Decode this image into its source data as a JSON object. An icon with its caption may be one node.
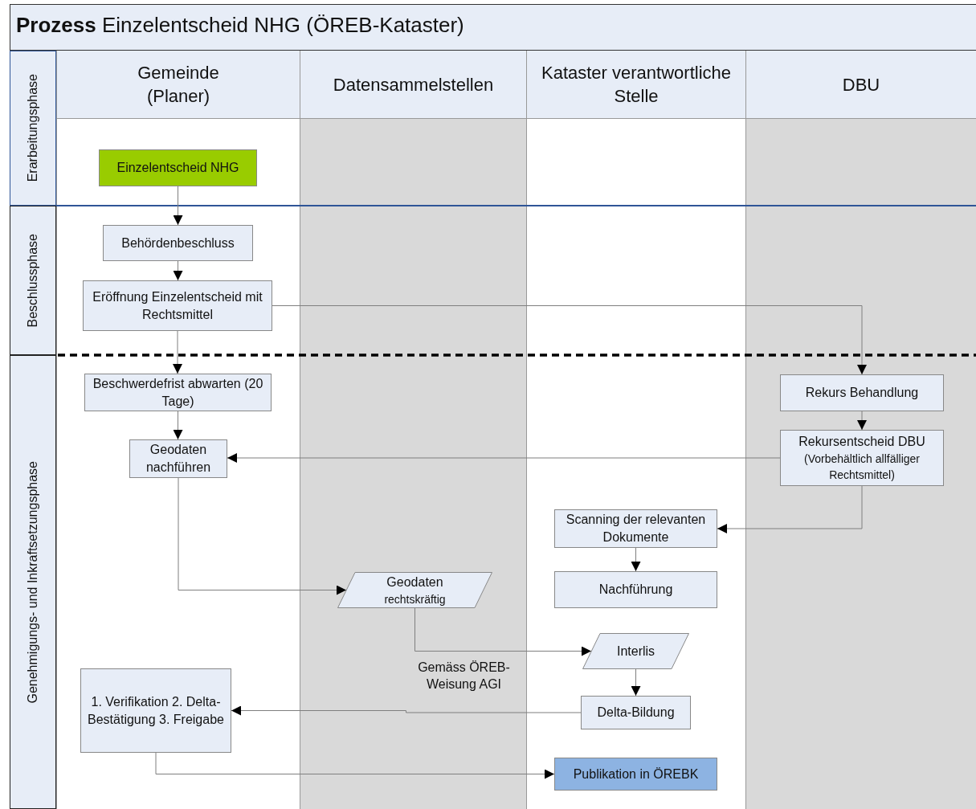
{
  "diagram": {
    "title": "**Prozess** Einzelentscheid NHG (ÖREB-Kataster)",
    "nodes": [
      {
        "text": [
          "Gemeinde (Planer)"
        ]
      },
      {
        "text": [
          "Datensammelstellen"
        ]
      },
      {
        "text": [
          "Kataster verantwortliche Stelle"
        ]
      },
      {
        "text": [
          "DBU"
        ]
      },
      {
        "text": [
          "Erarbeitungsphase"
        ]
      },
      {
        "text": [
          "Beschlussphase"
        ]
      },
      {
        "text": [
          "Genehmigungs- und Inkraftsetzungsphase"
        ]
      },
      {
        "text": [
          "Einzelentscheid NHG"
        ]
      },
      {
        "text": [
          "Behördenbeschluss"
        ]
      },
      {
        "text": [
          "Eröffnung Einzelentscheid mit Rechtsmittel"
        ]
      },
      {
        "text": [
          "Beschwerdefrist abwarten (20 Tage)"
        ]
      },
      {
        "text": [
          "Rekurs Behandlung"
        ]
      },
      {
        "text": [
          "Rekursentscheid DBU",
          "(Vorbehältlich allfälliger Rechtsmittel)"
        ]
      },
      {
        "text": [
          "Geodaten nachführen"
        ]
      },
      {
        "text": [
          "Scanning der relevanten Dokumente"
        ]
      },
      {
        "text": [
          "Nachführung"
        ]
      },
      {
        "text": [
          "Geodaten",
          "rechtskräftig"
        ]
      },
      {
        "text": [
          "Interlis"
        ]
      },
      {
        "text": [
          "1. Verifikation 2. Delta-Bestätigung 3. Freigabe"
        ]
      },
      {
        "text": [
          "Delta-Bildung"
        ]
      },
      {
        "text": [
          "Publikation in ÖREBK"
        ]
      }
    ],
    "edges": [
      {
        "from": 7,
        "to": 8,
        "arrow": "to"
      },
      {
        "from": 8,
        "to": 9,
        "arrow": "to"
      },
      {
        "from": 9,
        "to": 11,
        "arrow": "to"
      },
      {
        "from": 9,
        "to": 10,
        "arrow": "to"
      },
      {
        "from": 10,
        "to": 13,
        "arrow": "to"
      },
      {
        "from": 11,
        "to": 12,
        "arrow": "to"
      },
      {
        "from": 12,
        "to": 13,
        "arrow": "to"
      },
      {
        "from": 12,
        "to": 14,
        "arrow": "to"
      },
      {
        "from": 14,
        "to": 15,
        "arrow": "to"
      },
      {
        "from": 13,
        "to": 16,
        "arrow": "to"
      },
      {
        "from": 16,
        "to": 17,
        "label": "Gemäss ÖREB-Weisung AGI",
        "arrow": "to"
      },
      {
        "from": 17,
        "to": 19,
        "arrow": "to"
      },
      {
        "from": 19,
        "to": 18,
        "arrow": "to"
      },
      {
        "from": 18,
        "to": 20,
        "arrow": "to"
      }
    ]
  }
}
